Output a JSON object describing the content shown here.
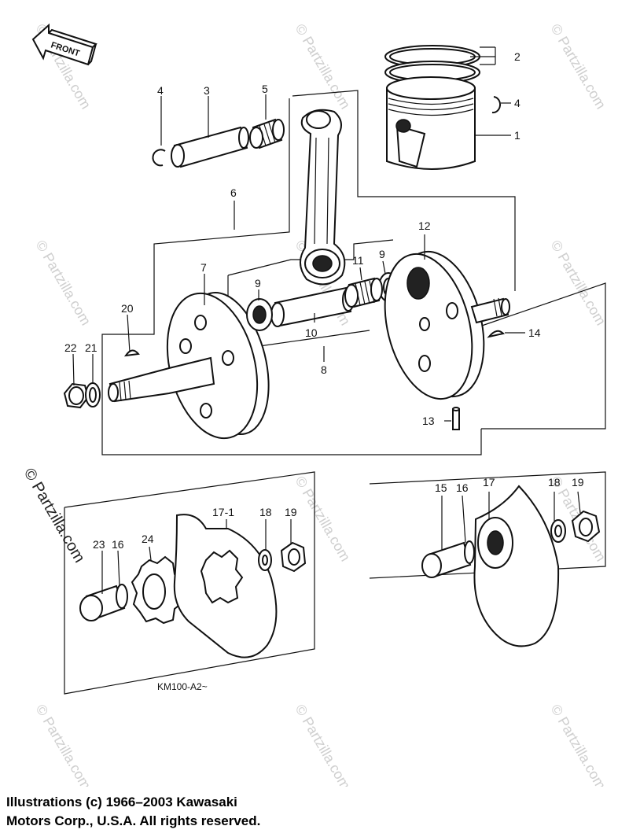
{
  "diagram": {
    "front_label": "FRONT",
    "figure_code": "KM100-A2~",
    "watermark": "© Partzilla.com",
    "callouts": {
      "c1": "1",
      "c2": "2",
      "c3": "3",
      "c4a": "4",
      "c4b": "4",
      "c5": "5",
      "c6": "6",
      "c7": "7",
      "c8": "8",
      "c9a": "9",
      "c9b": "9",
      "c10": "10",
      "c11": "11",
      "c12": "12",
      "c13": "13",
      "c14": "14",
      "c15": "15",
      "c16a": "16",
      "c16b": "16",
      "c17": "17",
      "c17_1": "17-1",
      "c18a": "18",
      "c18b": "18",
      "c19a": "19",
      "c19b": "19",
      "c20": "20",
      "c21": "21",
      "c22": "22",
      "c23": "23",
      "c24": "24"
    }
  },
  "copyright": {
    "line1": "Illustrations (c) 1966–2003 Kawasaki",
    "line2": "Motors Corp., U.S.A.  All rights reserved."
  }
}
